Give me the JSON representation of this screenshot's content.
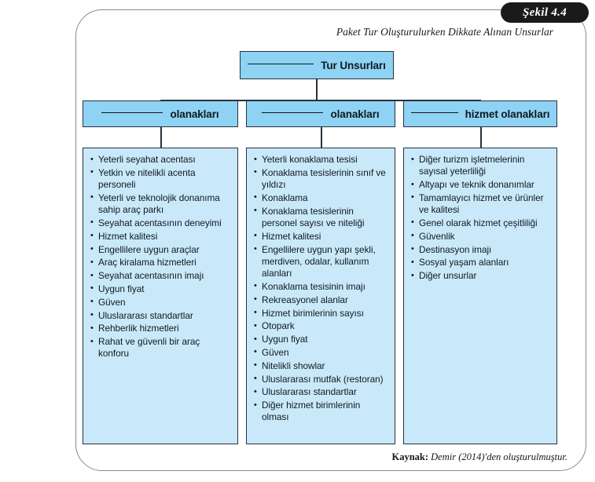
{
  "figure": {
    "tab_label": "Şekil 4.4",
    "caption": "Paket Tur Oluşturulurken Dikkate Alınan Unsurlar",
    "source_prefix": "Kaynak:",
    "source_text": " Demir (2014)'den oluşturulmuştur."
  },
  "colors": {
    "header_box_fill": "#8ed2f4",
    "list_box_fill": "#c9e9fa",
    "box_border": "#26323c",
    "frame_border": "#8a8a8a",
    "tab_fill": "#1a1a1a",
    "text": "#11181f"
  },
  "diagram": {
    "root": {
      "label": "Tur Unsurları",
      "has_blank": true
    },
    "columns": [
      {
        "header": "olanakları",
        "has_blank": true,
        "items": [
          "Yeterli seyahat acentası",
          "Yetkin ve nitelikli acenta personeli",
          "Yeterli ve teknolojik donanıma sahip araç parkı",
          "Seyahat acentasının deneyimi",
          "Hizmet kalitesi",
          "Engellilere uygun araçlar",
          "Araç kiralama hizmetleri",
          "Seyahat acentasının imajı",
          "Uygun fiyat",
          "Güven",
          "Uluslararası standartlar",
          "Rehberlik hizmetleri",
          "Rahat ve güvenli bir araç konforu"
        ]
      },
      {
        "header": "olanakları",
        "has_blank": true,
        "items": [
          "Yeterli konaklama tesisi",
          "Konaklama tesislerinin sınıf ve yıldızı",
          "Konaklama",
          "Konaklama tesislerinin personel sayısı ve niteliği",
          "Hizmet kalitesi",
          "Engellilere uygun yapı şekli, merdiven, odalar, kullanım alanları",
          "Konaklama tesisinin imajı",
          "Rekreasyonel alanlar",
          "Hizmet birimlerinin sayısı",
          "Otopark",
          "Uygun fiyat",
          "Güven",
          "Nitelikli showlar",
          "Uluslararası mutfak (restoran)",
          "Uluslararası standartlar",
          "Diğer hizmet birimlerinin olması"
        ]
      },
      {
        "header": "hizmet olanakları",
        "has_blank": true,
        "items": [
          "Diğer turizm işletmelerinin sayısal yeterliliği",
          "Altyapı ve teknik donanımlar",
          "Tamamlayıcı hizmet ve ürünler ve kalitesi",
          "Genel olarak hizmet çeşitliliği",
          "Güvenlik",
          "Destinasyon imajı",
          "Sosyal yaşam alanları",
          "Diğer unsurlar"
        ]
      }
    ]
  }
}
